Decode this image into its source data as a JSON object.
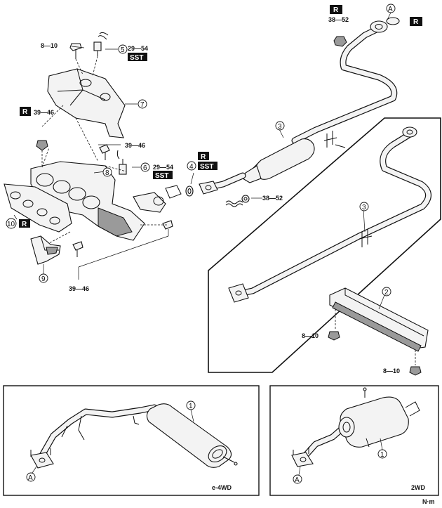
{
  "diagram": {
    "callouts": [
      {
        "id": "c1a",
        "text": "1"
      },
      {
        "id": "c1b",
        "text": "1"
      },
      {
        "id": "c2",
        "text": "2"
      },
      {
        "id": "c3a",
        "text": "3"
      },
      {
        "id": "c3b",
        "text": "3"
      },
      {
        "id": "c4",
        "text": "4"
      },
      {
        "id": "c5",
        "text": "5"
      },
      {
        "id": "c6",
        "text": "6"
      },
      {
        "id": "c7",
        "text": "7"
      },
      {
        "id": "c8",
        "text": "8"
      },
      {
        "id": "c9",
        "text": "9"
      },
      {
        "id": "c10",
        "text": "10"
      },
      {
        "id": "cA1",
        "text": "A"
      },
      {
        "id": "cA2",
        "text": "A"
      },
      {
        "id": "cA3",
        "text": "A"
      }
    ],
    "torques": {
      "t_8_10_top": "8—10",
      "t_29_54_a": "29—54",
      "t_29_54_b": "29—54",
      "t_39_46_r": "39—46",
      "t_39_46_mid": "39—46",
      "t_39_46_bot": "39—46",
      "t_38_52_top": "38—52",
      "t_38_52_mid": "38—52",
      "t_8_10_left": "8—10",
      "t_8_10_right": "8—10"
    },
    "tags": {
      "r": "R",
      "sst": "SST"
    },
    "inset_labels": {
      "e4wd": "e-4WD",
      "two_wd": "2WD"
    },
    "unit": "N·m"
  }
}
